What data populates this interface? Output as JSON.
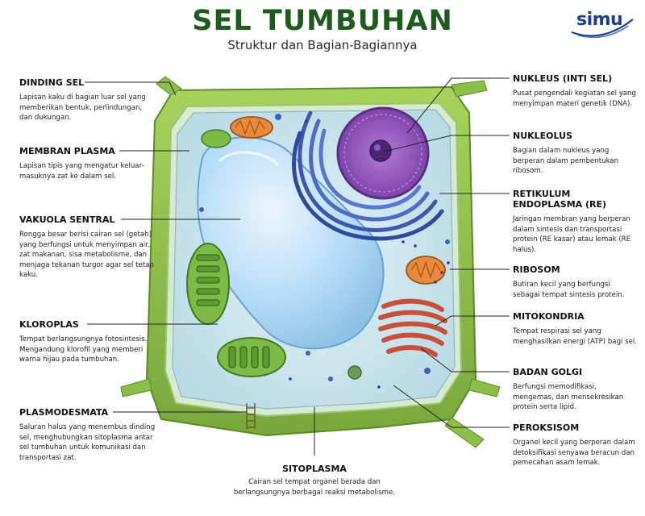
{
  "header": {
    "title": "SEL TUMBUHAN",
    "subtitle": "Struktur dan Bagian-Bagiannya",
    "logo": "simu"
  },
  "labels": {
    "dinding_sel": {
      "title": "DINDING SEL",
      "desc": "Lapisan kaku di bagian luar sel yang memberikan bentuk, perlindungan, dan dukungan."
    },
    "membran_plasma": {
      "title": "MEMBRAN PLASMA",
      "desc": "Lapisan tipis yang mengatur keluar-masuknya zat ke dalam sel."
    },
    "vakuola_sentral": {
      "title": "VAKUOLA SENTRAL",
      "desc": "Rongga besar berisi cairan sel (getah) yang berfungsi untuk menyimpan air, zat makanan, sisa metabolisme, dan menjaga tekanan turgor agar sel tetap kaku."
    },
    "kloroplas": {
      "title": "KLOROPLAS",
      "desc": "Tempat berlangsungnya fotosintesis. Mengandung klorofil yang memberi warna hijau pada tumbuhan."
    },
    "plasmodesmata": {
      "title": "PLASMODESMATA",
      "desc": "Saluran halus yang menembus dinding sel, menghubungkan sitoplasma antar sel tumbuhan untuk komunikasi dan transportasi zat."
    },
    "sitoplasma": {
      "title": "SITOPLASMA",
      "desc": "Cairan sel tempat organel berada dan berlangsungnya berbagai reaksi metabolisme."
    },
    "nukleus": {
      "title": "NUKLEUS (INTI SEL)",
      "desc": "Pusat pengendali kegiatan sel yang menyimpan materi genetik (DNA)."
    },
    "nukleolus": {
      "title": "NUKLEOLUS",
      "desc": "Bagian dalam nukleus yang berperan dalam pembentukan ribosom."
    },
    "retikulum": {
      "title": "RETIKULUM ENDOPLASMA (RE)",
      "desc": "Jaringan membran yang berperan dalam sintesis dan transportasi protein (RE kasar) atau lemak (RE halus)."
    },
    "ribosom": {
      "title": "RIBOSOM",
      "desc": "Butiran kecil yang berfungsi sebagai tempat sintesis protein."
    },
    "mitokondria": {
      "title": "MITOKONDRIA",
      "desc": "Tempat respirasi sel yang menghasilkan energi (ATP) bagi sel."
    },
    "badan_golgi": {
      "title": "BADAN GOLGI",
      "desc": "Berfungsi memodifikasi, mengemas, dan mensekresikan protein serta lipid."
    },
    "peroksisom": {
      "title": "PEROKSISOM",
      "desc": "Organel kecil yang berperan dalam detoksifikasi senyawa beracun dan pemecahan asam lemak."
    }
  },
  "colors": {
    "title": "#1f5a1f",
    "cell_wall": "#8cbf4a",
    "cytoplasm": "#cfe6ee",
    "vacuole": "#a9d3f0",
    "nucleus": "#8a4fb8",
    "er": "#3a58b0",
    "chloroplast": "#6aa83a",
    "mitochondria": "#e07a2e",
    "golgi": "#d8624a",
    "logo": "#1e3f8f"
  }
}
